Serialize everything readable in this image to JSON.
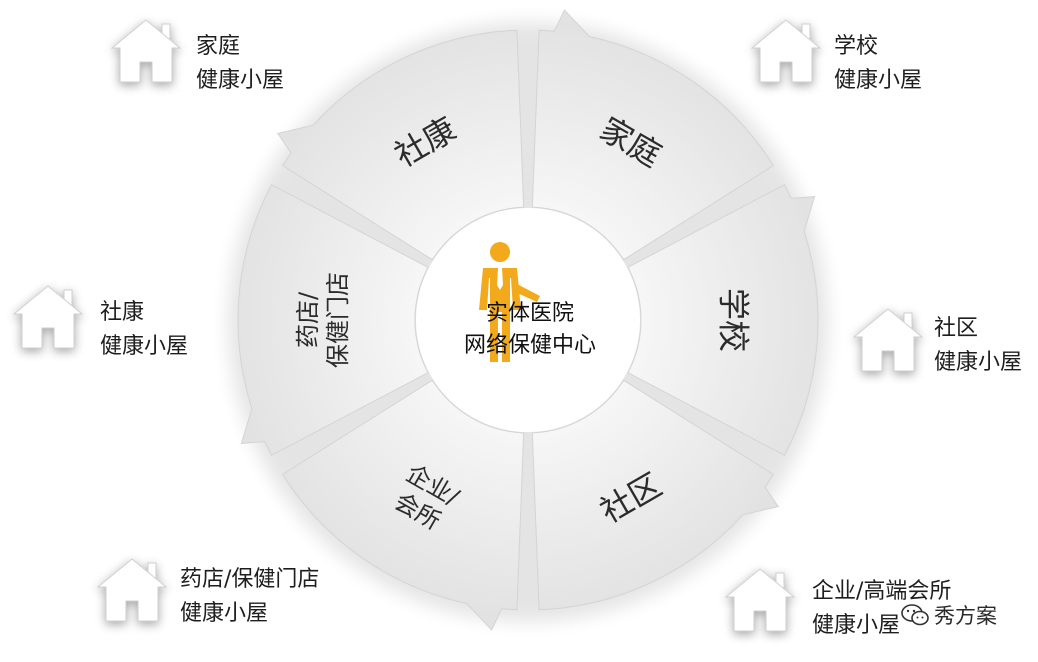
{
  "center": {
    "line1": "实体医院",
    "line2": "网络保健中心"
  },
  "segments": [
    {
      "id": "home",
      "label": "家庭"
    },
    {
      "id": "school",
      "label": "学校"
    },
    {
      "id": "community",
      "label": "社区"
    },
    {
      "id": "enterprise",
      "label": "企业/会所",
      "lines": [
        "企业/",
        "会所"
      ]
    },
    {
      "id": "pharmacy",
      "label": "药店/保健门店",
      "lines": [
        "药店/",
        "保健门店"
      ]
    },
    {
      "id": "shekang",
      "label": "社康"
    }
  ],
  "houses": [
    {
      "id": "home",
      "line1": "家庭",
      "line2": "健康小屋"
    },
    {
      "id": "school",
      "line1": "学校",
      "line2": "健康小屋"
    },
    {
      "id": "community",
      "line1": "社区",
      "line2": "健康小屋"
    },
    {
      "id": "enterprise",
      "line1": "企业/高端会所",
      "line2": "健康小屋"
    },
    {
      "id": "pharmacy",
      "line1": "药店/保健门店",
      "line2": "健康小屋"
    },
    {
      "id": "shekang",
      "line1": "社康",
      "line2": "健康小屋"
    }
  ],
  "watermark": {
    "text": "秀方案"
  },
  "colors": {
    "segment_fill": "#e9e9e9",
    "segment_edge": "#d4d4d4",
    "person": "#f2a91c",
    "tie": "#ffffff",
    "house": "#ffffff"
  }
}
